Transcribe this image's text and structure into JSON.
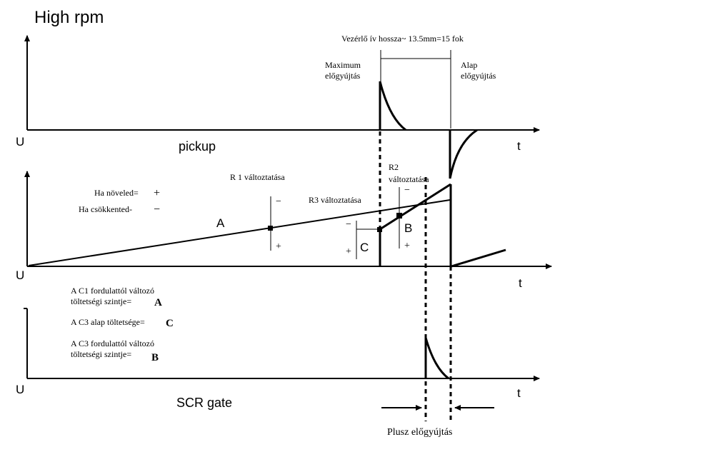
{
  "title": "High rpm",
  "header": {
    "arc_length": "Vezérlő ív hossza~ 13.5mm=15 fok",
    "max_advance_l1": "Maximum",
    "max_advance_l2": "előgyújtás",
    "base_advance_l1": "Alap",
    "base_advance_l2": "előgyújtás"
  },
  "axes": {
    "u": "U",
    "t": "t",
    "pickup": "pickup",
    "scr_gate": "SCR gate"
  },
  "middle": {
    "r1": "R 1 változtatása",
    "r2_l1": "R2",
    "r2_l2": "változtatása",
    "r3": "R3 változtatása",
    "if_increase": "Ha növeled=",
    "if_decrease": "Ha csökkented-",
    "plus": "+",
    "minus": "−",
    "label_a": "A",
    "label_b": "B",
    "label_c": "C"
  },
  "legend": {
    "c1_l1": "A C1 fordulattól változó",
    "c1_l2": "töltetségi szintje=",
    "c1_key": "A",
    "c3base": "A C3 alap töltetsége=",
    "c3base_key": "C",
    "c3_l1": "A C3 fordulattól változó",
    "c3_l2": "töltetségi szintje=",
    "c3_key": "B"
  },
  "footer": {
    "plus_advance": "Plusz előgyújtás"
  }
}
